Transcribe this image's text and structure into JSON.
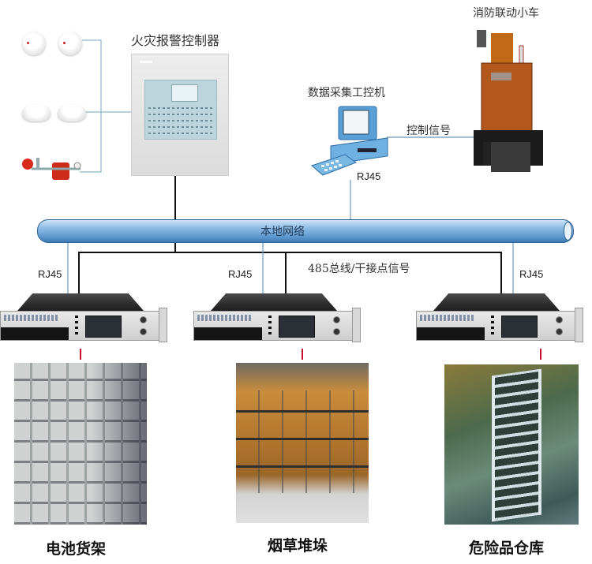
{
  "top_labels": {
    "fire_alarm_controller": "火灾报警控制器",
    "data_acquisition_pc": "数据采集工控机",
    "fire_linkage_vehicle": "消防联动小车",
    "control_signal": "控制信号",
    "pc_port": "RJ45"
  },
  "network": {
    "label": "本地网络",
    "bus_label": "485总线/干接点信号",
    "ports": [
      "RJ45",
      "RJ45",
      "RJ45"
    ]
  },
  "sites": [
    {
      "caption": "电池货架"
    },
    {
      "caption": "烟草堆垛"
    },
    {
      "caption": "危险品仓库"
    }
  ],
  "colors": {
    "network_pipe": "#5f99cf",
    "signal_wire": "#6a9ab8",
    "bus_wire": "#111111",
    "site_link": "#c8102e"
  },
  "icons": {
    "detector": "smoke-detector-icon",
    "valve": "alarm-valve-icon",
    "pc": "desktop-computer-icon",
    "rack": "rack-device-icon"
  }
}
